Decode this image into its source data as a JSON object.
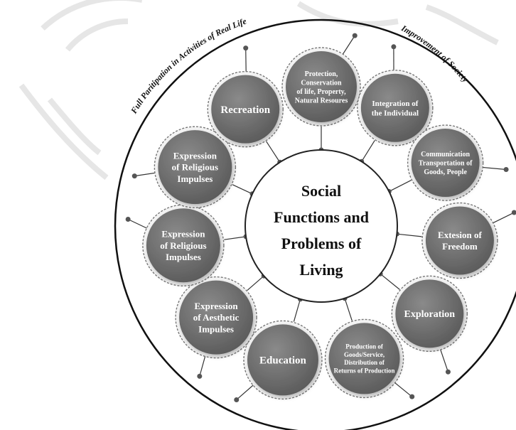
{
  "center": {
    "lines": [
      "Social",
      "Functions and",
      "Problems of",
      "Living"
    ]
  },
  "arc_labels": {
    "left": "Full Paritipation in Activities of Real Life",
    "right": "Improvement of Society"
  },
  "nodes": [
    {
      "id": "protection",
      "lines": [
        "Protection,",
        "Conservation",
        "of life, Property,",
        "Natural Resoures"
      ]
    },
    {
      "id": "integration",
      "lines": [
        "Integration of",
        "the Individual"
      ]
    },
    {
      "id": "communication",
      "lines": [
        "Communication",
        "Transportation of",
        "Goods, People"
      ]
    },
    {
      "id": "extension-freedom",
      "lines": [
        "Extesion of",
        "Freedom"
      ]
    },
    {
      "id": "exploration",
      "lines": [
        "Exploration"
      ]
    },
    {
      "id": "production",
      "lines": [
        "Production of",
        "Goods/Service,",
        "Distribution of",
        "Returns of Production"
      ]
    },
    {
      "id": "education",
      "lines": [
        "Education"
      ]
    },
    {
      "id": "aesthetic",
      "lines": [
        "Expression",
        "of Aesthetic",
        "Impulses"
      ]
    },
    {
      "id": "religious-2",
      "lines": [
        "Expression",
        "of Religious",
        "Impulses"
      ]
    },
    {
      "id": "religious-1",
      "lines": [
        "Expression",
        "of Religious",
        "Impulses"
      ]
    },
    {
      "id": "recreation",
      "lines": [
        "Recreation"
      ]
    }
  ],
  "colors": {
    "node_fill": "#6e6e6e",
    "line": "#333333",
    "connector_dot": "#555555",
    "dashed_ring": "#777777",
    "watermark": "#d6d6d6"
  }
}
